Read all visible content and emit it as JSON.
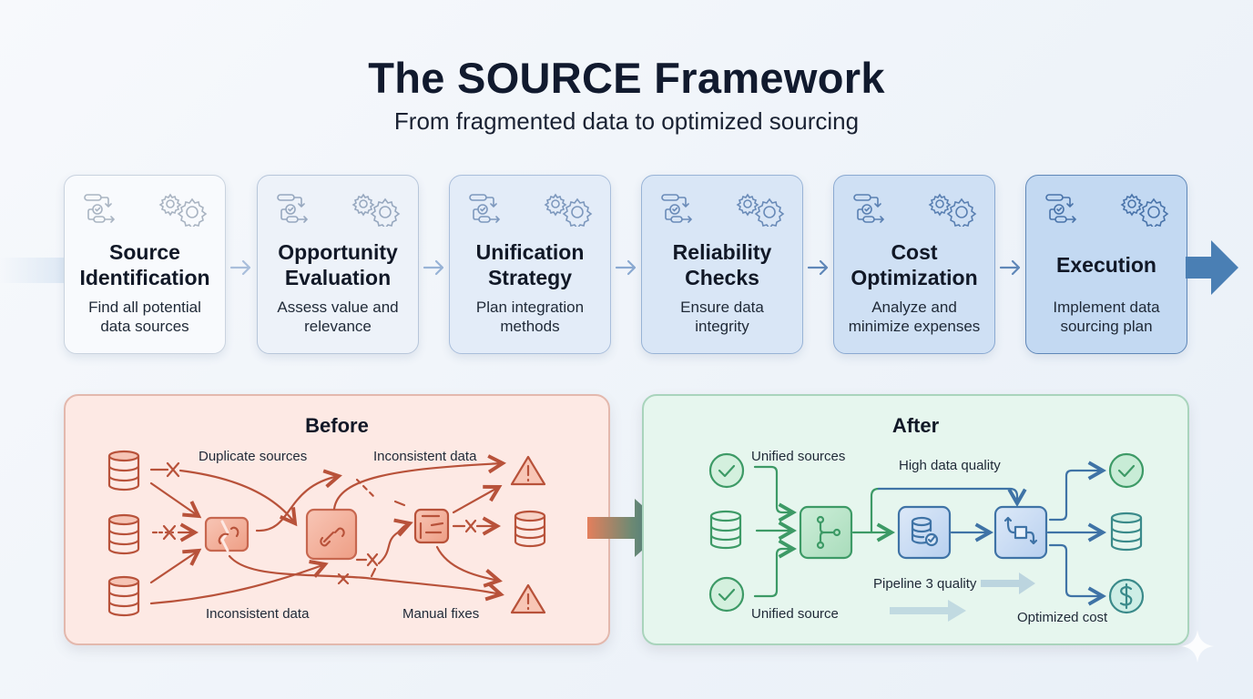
{
  "header": {
    "title": "The SOURCE Framework",
    "subtitle": "From fragmented data to optimized sourcing"
  },
  "steps": [
    {
      "name_line1": "Source",
      "name_line2": "Identification",
      "desc_line1": "Find all potential",
      "desc_line2": "data sources",
      "icons": [
        "workflow-icon",
        "gears-icon"
      ]
    },
    {
      "name_line1": "Opportunity",
      "name_line2": "Evaluation",
      "desc_line1": "Assess value and",
      "desc_line2": "relevance",
      "icons": [
        "workflow-icon",
        "gears-icon"
      ]
    },
    {
      "name_line1": "Unification",
      "name_line2": "Strategy",
      "desc_line1": "Plan integration",
      "desc_line2": "methods",
      "icons": [
        "workflow-icon",
        "gears-icon"
      ]
    },
    {
      "name_line1": "Reliability",
      "name_line2": "Checks",
      "desc_line1": "Ensure data",
      "desc_line2": "integrity",
      "icons": [
        "workflow-icon",
        "gears-icon"
      ]
    },
    {
      "name_line1": "Cost",
      "name_line2": "Optimization",
      "desc_line1": "Analyze and",
      "desc_line2": "minimize expenses",
      "icons": [
        "workflow-icon",
        "gears-icon"
      ]
    },
    {
      "name_line1": "Execution",
      "name_line2": "",
      "desc_line1": "Implement data",
      "desc_line2": "sourcing plan",
      "icons": [
        "workflow-icon",
        "gears-icon"
      ]
    }
  ],
  "before": {
    "title": "Before",
    "labels": {
      "duplicate_sources": "Duplicate sources",
      "inconsistent_data_top": "Inconsistent data",
      "inconsistent_data_bottom": "Inconsistent data",
      "manual_fixes": "Manual fixes"
    },
    "icons": [
      "database-icon",
      "database-icon",
      "database-icon",
      "broken-link-icon",
      "link-icon",
      "corrupted-database-icon",
      "warning-icon",
      "database-icon",
      "warning-icon"
    ]
  },
  "after": {
    "title": "After",
    "labels": {
      "unified_sources": "Unified sources",
      "high_data_quality": "High data quality",
      "pipeline_quality": "Pipeline 3 quality",
      "unified_source": "Unified source",
      "optimized_cost": "Optimized cost"
    },
    "icons": [
      "check-circle-icon",
      "database-icon",
      "check-circle-icon",
      "merge-icon",
      "verified-database-icon",
      "transform-icon",
      "check-circle-icon",
      "database-icon",
      "dollar-circle-icon"
    ]
  },
  "colors": {
    "step_gradient": [
      "#f8fafd",
      "#edf2f9",
      "#e3ecf8",
      "#d9e6f6",
      "#cfe0f4",
      "#c3d9f2"
    ],
    "step_border": [
      "#c9d3df",
      "#b7c6da",
      "#a9bedb",
      "#98b3d6",
      "#8aa9d1",
      "#5f87b8"
    ],
    "before_stroke": "#b8523a",
    "after_stroke": "#3d9a66",
    "blue_accent": "#3f73a6"
  }
}
